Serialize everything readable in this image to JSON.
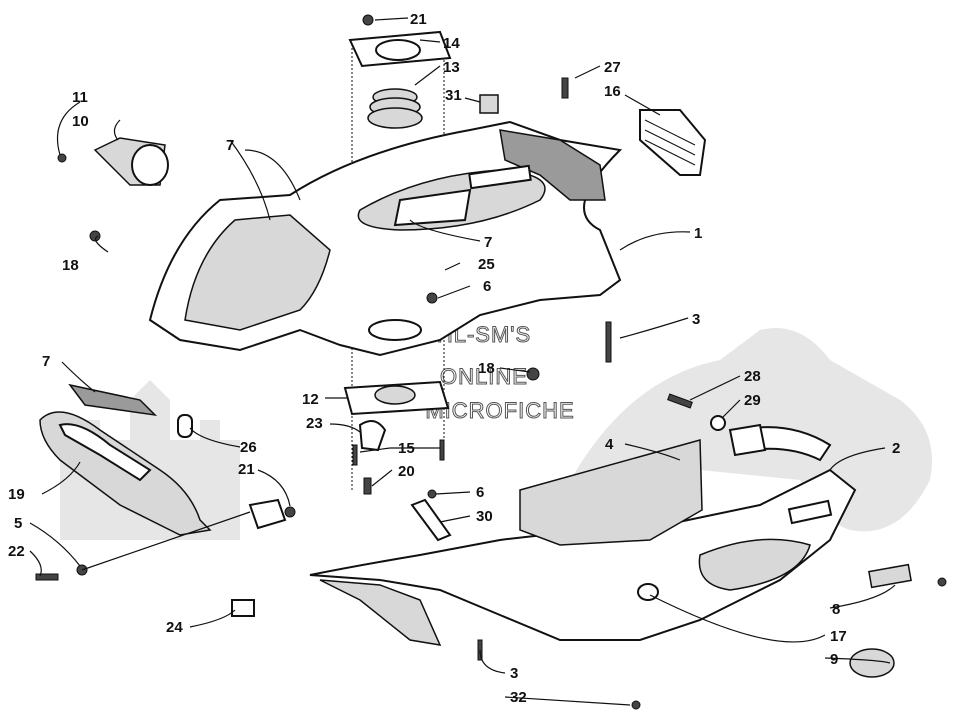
{
  "watermark": {
    "line1": "HL-SM'S",
    "line2": "ONLINE",
    "line3": "MICROFICHE"
  },
  "callouts": [
    {
      "id": "c21a",
      "label": "21"
    },
    {
      "id": "c14",
      "label": "14"
    },
    {
      "id": "c13",
      "label": "13"
    },
    {
      "id": "c27",
      "label": "27"
    },
    {
      "id": "c16",
      "label": "16"
    },
    {
      "id": "c31",
      "label": "31"
    },
    {
      "id": "c11",
      "label": "11"
    },
    {
      "id": "c10",
      "label": "10"
    },
    {
      "id": "c7a",
      "label": "7"
    },
    {
      "id": "c7b",
      "label": "7"
    },
    {
      "id": "c1",
      "label": "1"
    },
    {
      "id": "c18a",
      "label": "18"
    },
    {
      "id": "c25",
      "label": "25"
    },
    {
      "id": "c6a",
      "label": "6"
    },
    {
      "id": "c3a",
      "label": "3"
    },
    {
      "id": "c7c",
      "label": "7"
    },
    {
      "id": "c18b",
      "label": "18"
    },
    {
      "id": "c12",
      "label": "12"
    },
    {
      "id": "c23",
      "label": "23"
    },
    {
      "id": "c26",
      "label": "26"
    },
    {
      "id": "c15",
      "label": "15"
    },
    {
      "id": "c28",
      "label": "28"
    },
    {
      "id": "c29",
      "label": "29"
    },
    {
      "id": "c4",
      "label": "4"
    },
    {
      "id": "c2",
      "label": "2"
    },
    {
      "id": "c21b",
      "label": "21"
    },
    {
      "id": "c20",
      "label": "20"
    },
    {
      "id": "c19",
      "label": "19"
    },
    {
      "id": "c6b",
      "label": "6"
    },
    {
      "id": "c30",
      "label": "30"
    },
    {
      "id": "c5",
      "label": "5"
    },
    {
      "id": "c22",
      "label": "22"
    },
    {
      "id": "c24",
      "label": "24"
    },
    {
      "id": "c8",
      "label": "8"
    },
    {
      "id": "c17",
      "label": "17"
    },
    {
      "id": "c9",
      "label": "9"
    },
    {
      "id": "c3b",
      "label": "3"
    },
    {
      "id": "c32",
      "label": "32"
    }
  ]
}
